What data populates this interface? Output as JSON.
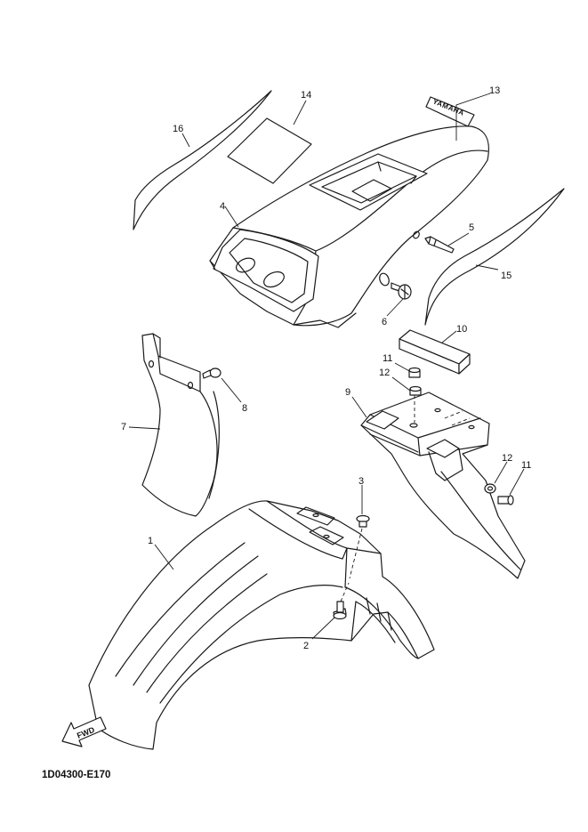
{
  "diagram": {
    "code": "1D04300-E170",
    "direction_label": "FWD",
    "logo_text": "YAMAHA",
    "callouts": [
      "1",
      "2",
      "3",
      "4",
      "5",
      "6",
      "7",
      "8",
      "9",
      "10",
      "11",
      "12",
      "13",
      "14",
      "15",
      "16",
      "12",
      "11"
    ]
  }
}
